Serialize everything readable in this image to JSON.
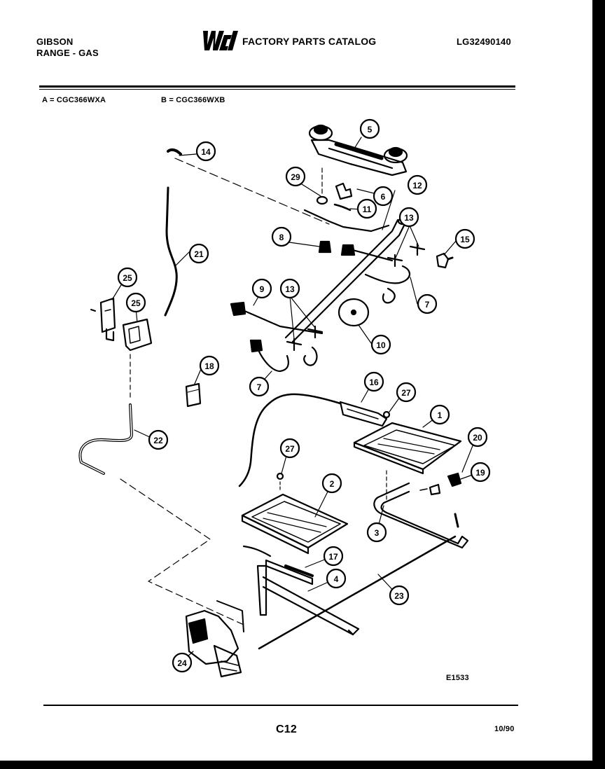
{
  "header": {
    "brand_line1": "GIBSON",
    "brand_line2": "RANGE - GAS",
    "logo_text": "WCI",
    "catalog_title": "FACTORY PARTS CATALOG",
    "model_number": "LG32490140"
  },
  "models": {
    "a": "A = CGC366WXA",
    "b": "B = CGC366WXB"
  },
  "diagram": {
    "code": "E1533",
    "callouts": [
      "1",
      "2",
      "3",
      "4",
      "5",
      "6",
      "7",
      "7",
      "8",
      "9",
      "10",
      "11",
      "12",
      "13",
      "13",
      "14",
      "15",
      "16",
      "17",
      "18",
      "19",
      "20",
      "21",
      "22",
      "23",
      "24",
      "25",
      "25",
      "27",
      "27",
      "29"
    ]
  },
  "footer": {
    "page_code": "C12",
    "date_code": "10/90"
  }
}
